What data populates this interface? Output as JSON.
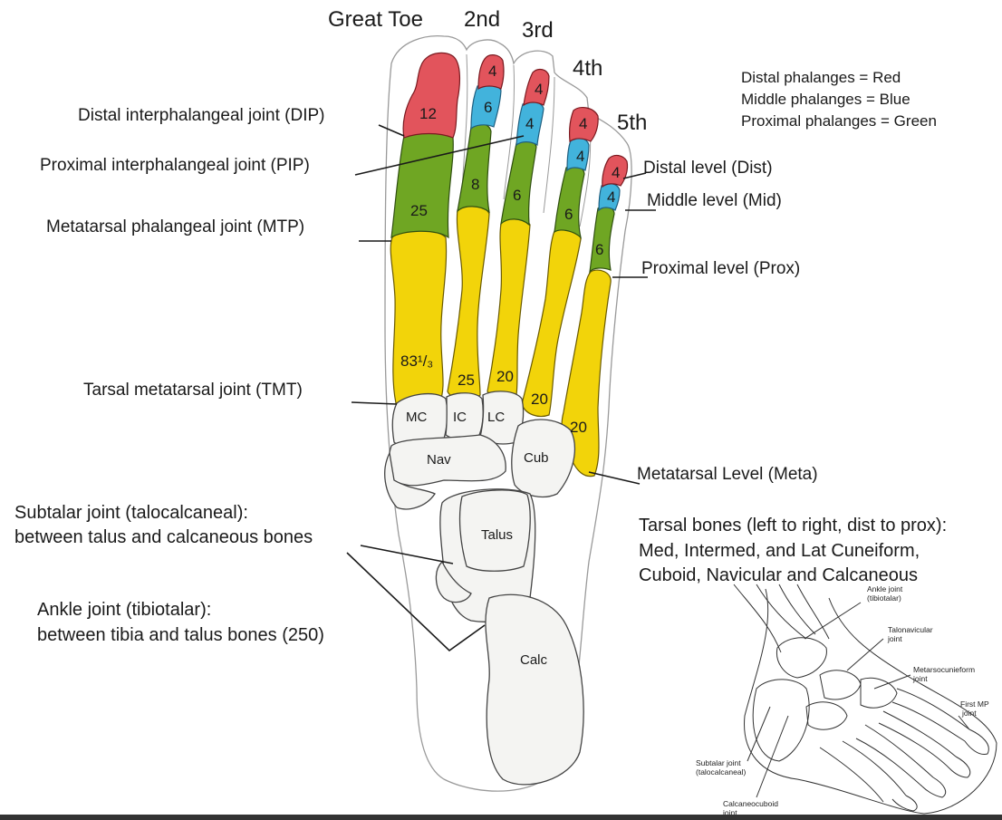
{
  "toes": {
    "great": "Great Toe",
    "second": "2nd",
    "third": "3rd",
    "fourth": "4th",
    "fifth": "5th"
  },
  "legend": {
    "distal": "Distal phalanges = Red",
    "middle": "Middle phalanges = Blue",
    "proximal": "Proximal phalanges = Green"
  },
  "joints": {
    "dip": "Distal interphalangeal joint (DIP)",
    "pip": "Proximal interphalangeal joint (PIP)",
    "mtp": "Metatarsal phalangeal joint (MTP)",
    "tmt": "Tarsal metatarsal joint (TMT)",
    "subtalar_1": "Subtalar joint (talocalcaneal):",
    "subtalar_2": "between talus and calcaneous bones",
    "ankle_1": "Ankle joint (tibiotalar):",
    "ankle_2": "between tibia and talus bones (250)"
  },
  "levels": {
    "dist": "Distal level (Dist)",
    "mid": "Middle level (Mid)",
    "prox": "Proximal level (Prox)",
    "meta": "Metatarsal Level (Meta)"
  },
  "tarsal_note": {
    "line1": "Tarsal bones (left to right, dist to prox):",
    "line2": "Med, Intermed, and Lat Cuneiform,",
    "line3": "Cuboid, Navicular and Calcaneous"
  },
  "values": {
    "great_distal": "12",
    "great_proximal": "25",
    "great_meta": "83¹/₃",
    "second_distal": "4",
    "second_middle": "6",
    "second_proximal": "8",
    "second_meta": "25",
    "third_distal": "4",
    "third_middle": "4",
    "third_proximal": "6",
    "third_meta": "20",
    "fourth_distal": "4",
    "fourth_middle": "4",
    "fourth_proximal": "6",
    "fourth_meta": "20",
    "fifth_distal": "4",
    "fifth_middle": "4",
    "fifth_proximal": "6",
    "fifth_meta": "20"
  },
  "tarsals": {
    "mc": "MC",
    "ic": "IC",
    "lc": "LC",
    "nav": "Nav",
    "cub": "Cub",
    "talus": "Talus",
    "calc": "Calc"
  },
  "inset": {
    "ankle_1": "Ankle joint",
    "ankle_2": "(tibiotalar)",
    "talonav_1": "Talonavicular",
    "talonav_2": "joint",
    "metarso_1": "Metarsocunieform",
    "metarso_2": "joint",
    "first_mp_1": "First MP",
    "first_mp_2": "joint",
    "subtalar_1": "Subtalar joint",
    "subtalar_2": "(talocalcaneal)",
    "calcaneo_1": "Calcaneocuboid",
    "calcaneo_2": "joint"
  },
  "colors": {
    "distal": "#e2545c",
    "middle": "#42b3dc",
    "proximal": "#6fa623",
    "metatarsal": "#f2d40a",
    "bone_white": "#f4f4f2"
  }
}
